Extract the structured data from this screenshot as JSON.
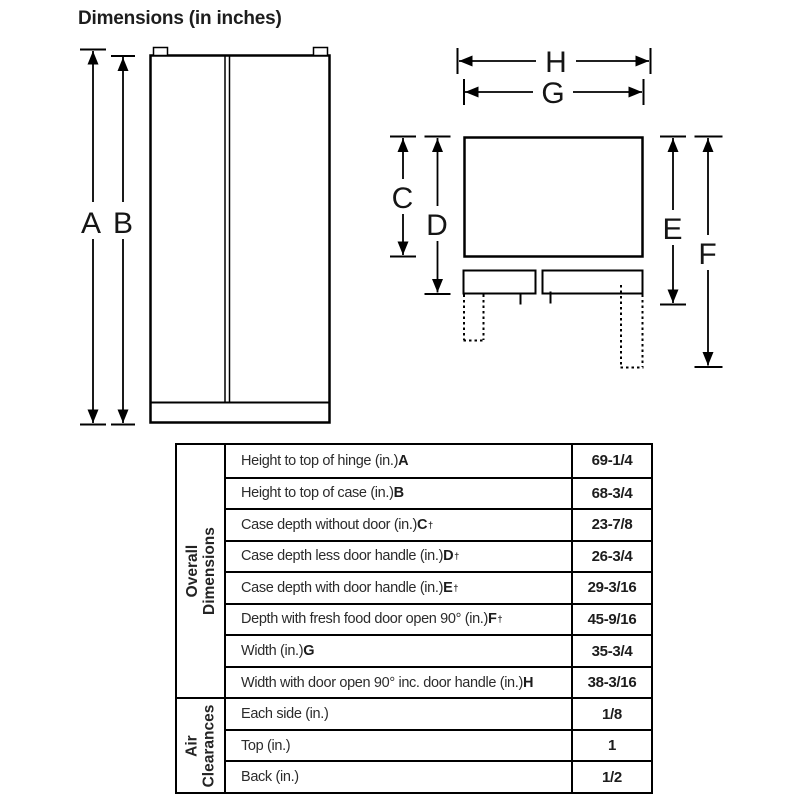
{
  "title": "Dimensions (in inches)",
  "diagram": {
    "labels": {
      "a": "A",
      "b": "B",
      "c": "C",
      "d": "D",
      "e": "E",
      "f": "F",
      "g": "G",
      "h": "H"
    }
  },
  "table": {
    "sections": [
      {
        "header": [
          "Overall",
          "Dimensions"
        ],
        "rows": [
          {
            "label": "Height to top of hinge (in.) ",
            "letter": "A",
            "dagger": false,
            "value": "69-1/4"
          },
          {
            "label": "Height to top of case (in.) ",
            "letter": "B",
            "dagger": false,
            "value": "68-3/4"
          },
          {
            "label": "Case depth without door (in.) ",
            "letter": "C",
            "dagger": true,
            "value": "23-7/8"
          },
          {
            "label": "Case depth less door handle (in.) ",
            "letter": "D",
            "dagger": true,
            "value": "26-3/4"
          },
          {
            "label": "Case depth with door handle (in.) ",
            "letter": "E",
            "dagger": true,
            "value": "29-3/16"
          },
          {
            "label": "Depth with fresh food door open 90° (in.) ",
            "letter": "F",
            "dagger": true,
            "value": "45-9/16"
          },
          {
            "label": "Width (in.) ",
            "letter": "G",
            "dagger": false,
            "value": "35-3/4"
          },
          {
            "label": "Width with door open 90° inc. door handle (in.) ",
            "letter": "H",
            "dagger": false,
            "value": "38-3/16"
          }
        ]
      },
      {
        "header": [
          "Air",
          "Clearances"
        ],
        "rows": [
          {
            "label": "Each side (in.)",
            "letter": "",
            "dagger": false,
            "value": "1/8"
          },
          {
            "label": "Top (in.)",
            "letter": "",
            "dagger": false,
            "value": "1"
          },
          {
            "label": "Back (in.)",
            "letter": "",
            "dagger": false,
            "value": "1/2"
          }
        ]
      }
    ]
  },
  "colors": {
    "ink": "#000000",
    "paper": "#ffffff"
  }
}
